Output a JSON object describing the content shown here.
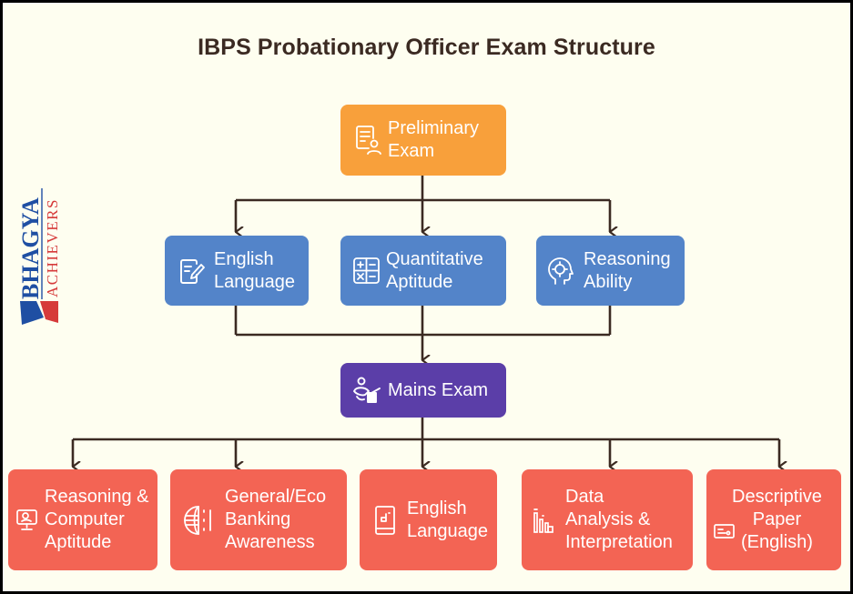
{
  "title": "IBPS Probationary Officer Exam Structure",
  "logo": {
    "brand_top": "BHAGYA",
    "brand_bottom": "ACHIEVERS",
    "colors": {
      "blue": "#1f4fa3",
      "red": "#d63a3a"
    }
  },
  "colors": {
    "background": "#fefef0",
    "connector": "#3b2a22",
    "preliminary": "#f8a03b",
    "prelims_subject": "#5384c9",
    "mains": "#5b3ea8",
    "mains_subject": "#f36454"
  },
  "preliminary": {
    "label": "Preliminary\nExam",
    "icon": "exam-document-person-icon"
  },
  "prelims_subjects": [
    {
      "label": "English\nLanguage",
      "icon": "document-edit-icon"
    },
    {
      "label": "Quantitative\nAptitude",
      "icon": "calculator-icon"
    },
    {
      "label": "Reasoning\nAbility",
      "icon": "brain-head-icon"
    }
  ],
  "mains": {
    "label": "Mains Exam",
    "icon": "person-desk-icon"
  },
  "mains_subjects": [
    {
      "label": "Reasoning &\nComputer\nAptitude",
      "icon": "computer-monitor-icon"
    },
    {
      "label": "General/Eco\nBanking\nAwareness",
      "icon": "globe-icon"
    },
    {
      "label": "English\nLanguage",
      "icon": "book-icon"
    },
    {
      "label": "Data\nAnalysis &\nInterpretation",
      "icon": "bar-chart-icon"
    },
    {
      "label": "Descriptive\nPaper\n(English)",
      "icon": "letter-card-icon"
    }
  ]
}
